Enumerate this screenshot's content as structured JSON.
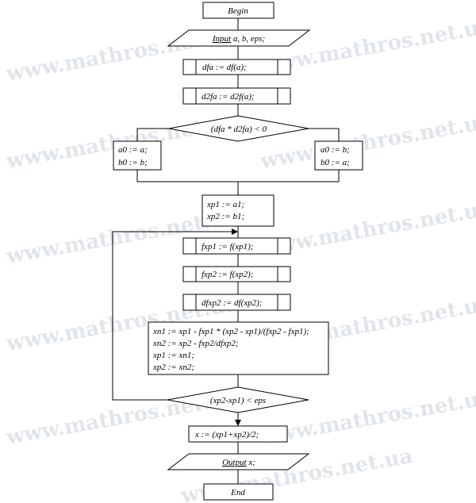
{
  "watermark": "www.mathros.net.ua",
  "nodes": {
    "begin": "Begin",
    "input_kw": "Input",
    "input_rest": " a, b, eps;",
    "dfa": "dfa := df(a);",
    "d2fa": "d2fa := d2f(a);",
    "condition1": "(dfa * d2fa) < 0",
    "left_1": "a0 := a;",
    "left_2": "b0 := b;",
    "right_1": "a0 := b;",
    "right_2": "b0 := a;",
    "init_1": "xp1 := a1;",
    "init_2": "xp2 := b1;",
    "fxp1": "fxp1 := f(xp1);",
    "fxp2": "fxp2 := f(xp2);",
    "dfxp2": "dfxp2 := df(xp2);",
    "calc_1": "xn1 := xp1 - fxp1 * (xp2 - xp1)/(fxp2 - fxp1);",
    "calc_2": "xn2 := xp2 - fxp2/dfxp2;",
    "calc_3": "xp1 := xn1;",
    "calc_4": "xp2 := xn2;",
    "condition2": "(xp2-xp1) < eps",
    "result": "x := (xp1+xp2)/2;",
    "output_kw": "Output",
    "output_rest": " x;",
    "end": "End"
  }
}
